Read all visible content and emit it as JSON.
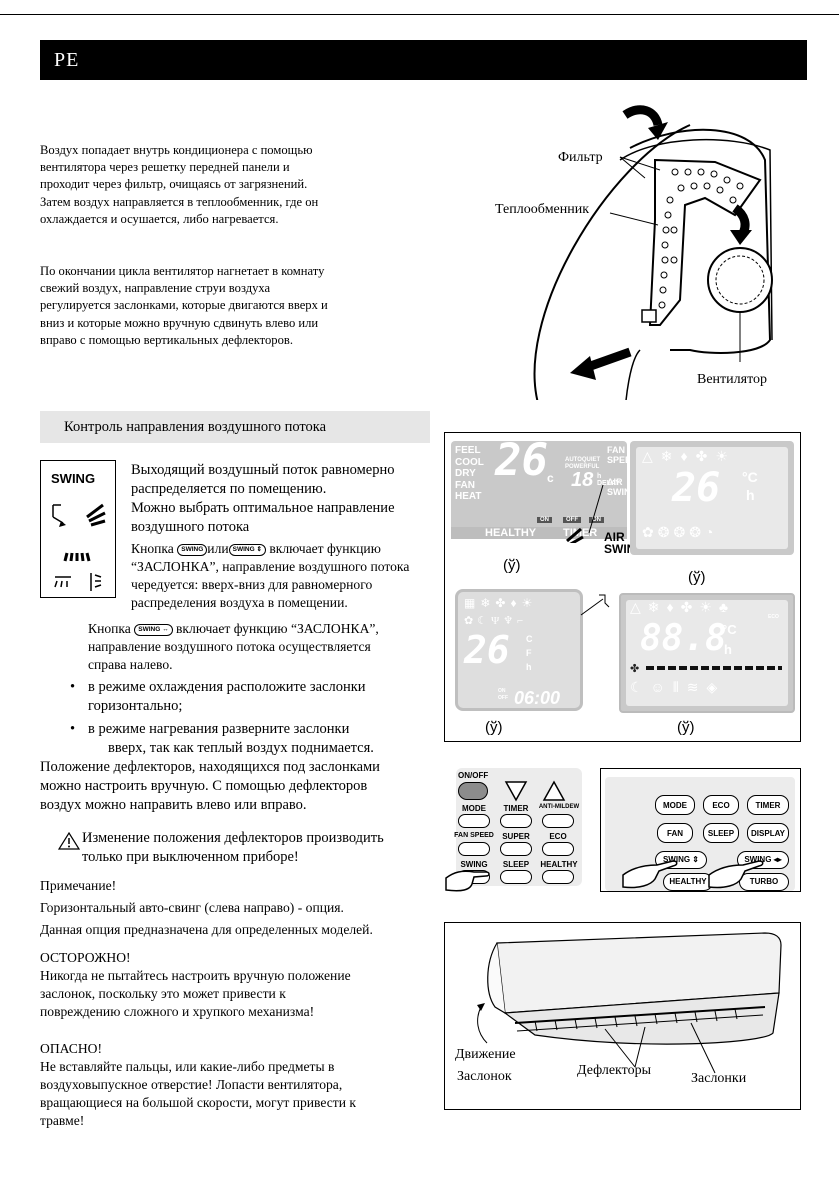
{
  "header": {
    "title": "PE"
  },
  "intro": {
    "p1": [
      "Воздух попадает внутрь кондиционера с помощью",
      "вентилятора через решетку передней панели и",
      "проходит через фильтр, очищаясь от загрязнений.",
      "Затем воздух направляется в теплообменник, где он",
      "охлаждается и осушается, либо нагревается."
    ],
    "p2": [
      "По окончании цикла вентилятор нагнетает в комнату",
      "свежий воздух, направление струи воздуха",
      "регулируется заслонками, которые двигаются вверх и",
      "вниз и которые можно вручную сдвинуть влево или",
      "вправо с помощью вертикальных дефлекторов."
    ]
  },
  "diagram1": {
    "filter": "Фильтр",
    "heat_exchanger": "Теплообменник",
    "fan": "Вентилятор"
  },
  "section": {
    "title": "Контроль направления воздушного потока"
  },
  "swing_icon_box": {
    "label": "SWING"
  },
  "swing_text": {
    "l1": "Выходящий воздушный поток равномерно",
    "l2": "распределяется по помещению.",
    "l3": "Можно выбрать оптимальное направление",
    "l4": "воздушного потока",
    "btn_pre": "Кнопка",
    "btn_a": "SWING",
    "btn_or": "или",
    "btn_b": "SWING ⇕",
    "btn_post": "включает функцию",
    "l6": "“ЗАСЛОНКА”, направление воздушного потока",
    "l7": "чередуется: вверх-вниз для равномерного",
    "l8": "распределения воздуха в помещении.",
    "l9_pre": "Кнопка",
    "l9_btn": "SWING ↔",
    "l9_post": "включает функцию “ЗАСЛОНКА”,",
    "l10": "направление воздушного потока осуществляется",
    "l11": "справа налево.",
    "b1a": "в режиме охлаждения расположите заслонки",
    "b1b": "горизонтально;",
    "b2a": "в режиме нагревания разверните заслонки",
    "b2b": "вверх, так как теплый воздух поднимается.",
    "d1": "Положение дефлекторов, находящихся под заслонками",
    "d2": "можно настроить вручную.  С помощью дефлекторов",
    "d3": "воздух можно направить влево или вправо.",
    "warn1": "Изменение положения  дефлекторов производить",
    "warn2": "только при выключенном приборе!"
  },
  "note": {
    "title": "Примечание!",
    "l1": "Горизонтальный авто-свинг (слева направо) - опция.",
    "l2": "Данная опция предназначена для определенных моделей."
  },
  "caution": {
    "title": "ОСТОРОЖНО!",
    "l1": "Никогда не пытайтесь настроить вручную положение",
    "l2": "заслонок, поскольку это может привести к",
    "l3": "повреждению сложного и хрупкого механизма!"
  },
  "danger": {
    "title": "ОПАСНО!",
    "l1": "Не вставляйте пальцы,  или какие-либо предметы в",
    "l2": "воздуховыпускное отверстие! Лопасти вентилятора,",
    "l3": "вращающиеся на большой скорости, могут привести к",
    "l4": "травме!"
  },
  "displays": {
    "caption": "(ў)",
    "d1": {
      "modes": [
        "FEEL",
        "COOL",
        "DRY",
        "FAN",
        "HEAT"
      ],
      "temp": "26",
      "unit": "c",
      "fan_speed": [
        "FAN",
        "SPEED"
      ],
      "air_swing": [
        "AIR",
        "SWING"
      ],
      "autoquiet": "AUTOQUIET",
      "powerful": "POWERFUL",
      "timer_val": "18",
      "h": "h",
      "delay": "DELAY",
      "healthy": "HEALTHY",
      "timer": "TIMER",
      "on": "ON",
      "off": "OFF",
      "air_label": "AIR",
      "swing_label": "SWING"
    },
    "d2": {
      "temp": "26",
      "unit": "°C",
      "h": "h"
    },
    "d3": {
      "temp": "26",
      "c": "C",
      "f": "F",
      "h": "h",
      "time": "06:00",
      "on": "ON",
      "off": "OFF"
    },
    "d4": {
      "temp": "88.8",
      "unit": "°C",
      "h": "h",
      "eco": "ECO"
    }
  },
  "remote1": {
    "onoff": "ON/OFF",
    "mode": "MODE",
    "timer": "TIMER",
    "antimildew": "ANTI-MILDEW",
    "fanspeed": "FAN SPEED",
    "super": "SUPER",
    "eco": "ECO",
    "swing": "SWING",
    "sleep": "SLEEP",
    "healthy": "HEALTHY"
  },
  "remote2": {
    "mode": "MODE",
    "eco": "ECO",
    "timer": "TIMER",
    "fan": "FAN",
    "sleep": "SLEEP",
    "display": "DISPLAY",
    "swing_ud": "SWING ⇕",
    "swing_lr": "SWING ◂▸",
    "healthy": "HEALTHY",
    "turbo": "TURBO"
  },
  "unit_diagram": {
    "movement": "Движение",
    "of_flaps": "Заслонок",
    "deflectors": "Дефлекторы",
    "flaps": "Заслонки"
  }
}
